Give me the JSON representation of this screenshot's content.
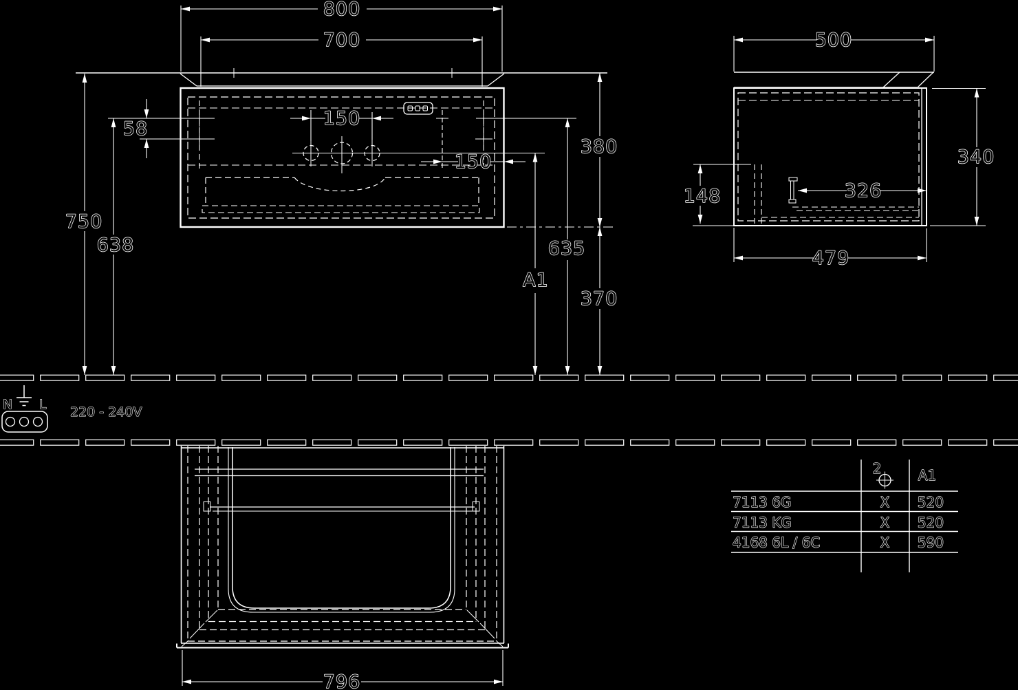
{
  "drawing": {
    "background_color": "#000000",
    "line_color": "#ffffff",
    "front_view": {
      "dim_width_top": "800",
      "dim_width_inner": "700",
      "dim_tap_hole_spacing": "150",
      "dim_right_offset": "150",
      "dim_rail_hole_spacing": "58",
      "dim_height_total": "750",
      "dim_height_rail": "638",
      "dim_basin_to_cabinet_bottom": "380",
      "dim_cabinet_bottom_to_floor": "370",
      "dim_rail_to_floor": "635",
      "dim_tap_height_variable": "A1"
    },
    "side_view": {
      "dim_depth_top": "500",
      "dim_height": "340",
      "dim_siphon_height": "148",
      "dim_inner_depth": "326",
      "dim_depth_bottom": "479"
    },
    "plan_view": {
      "dim_width_bottom": "796"
    },
    "power": {
      "label_neutral": "N",
      "label_line": "L",
      "voltage": "220 - 240V"
    },
    "spec_table": {
      "header": {
        "col_quantity": "2",
        "col_a1": "A1"
      },
      "rows": [
        {
          "model": "7113 6G",
          "mark": "X",
          "a1": "520"
        },
        {
          "model": "7113 KG",
          "mark": "X",
          "a1": "520"
        },
        {
          "model": "4168 6L / 6C",
          "mark": "X",
          "a1": "590"
        }
      ]
    }
  }
}
